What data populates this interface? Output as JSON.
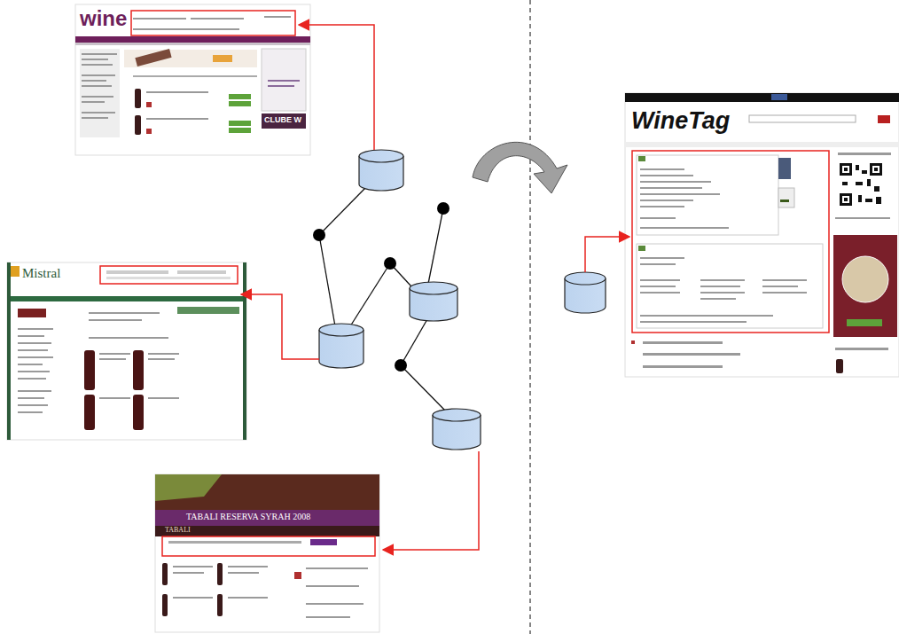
{
  "diagram": {
    "labels": [
      "wine",
      "CLUBE W",
      "Mistral",
      "TABALI RESERVA SYRAH 2008",
      "TABALI",
      "WineTag"
    ]
  }
}
